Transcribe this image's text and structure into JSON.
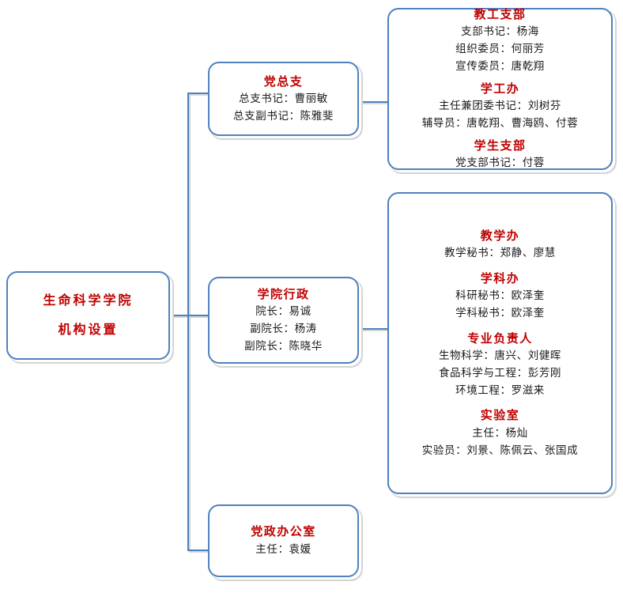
{
  "chart_title": "生命科学学院机构设置",
  "colors": {
    "box_border": "#4f81bd",
    "heading_text": "#c00000",
    "body_text": "#1a1a1a",
    "connector": "#4f81bd",
    "connector_shadow": "#d6d6d6",
    "background": "#ffffff"
  },
  "root": {
    "line1": "生命科学学院",
    "line2": "机构设置"
  },
  "party_branch": {
    "heading": "党总支",
    "lines": [
      "总支书记：曹丽敏",
      "总支副书记：陈雅斐"
    ]
  },
  "party_detail": {
    "sections": [
      {
        "heading": "教工支部",
        "lines": [
          "支部书记：杨海",
          "组织委员：何丽芳",
          "宣传委员：唐乾翔"
        ]
      },
      {
        "heading": "学工办",
        "lines": [
          "主任兼团委书记：刘树芬",
          "辅导员：唐乾翔、曹海鸥、付蓉"
        ]
      },
      {
        "heading": "学生支部",
        "lines": [
          "党支部书记：付蓉"
        ]
      }
    ]
  },
  "administration": {
    "heading": "学院行政",
    "lines": [
      "院长：易诚",
      "副院长：杨涛",
      "副院长：陈晓华"
    ]
  },
  "administration_detail": {
    "sections": [
      {
        "heading": "教学办",
        "lines": [
          "教学秘书：郑静、廖慧"
        ]
      },
      {
        "heading": "学科办",
        "lines": [
          "科研秘书：欧泽奎",
          "学科秘书：欧泽奎"
        ]
      },
      {
        "heading": "专业负责人",
        "lines": [
          "生物科学：唐兴、刘健晖",
          "食品科学与工程：彭芳刚",
          "环境工程：罗滋来"
        ]
      },
      {
        "heading": "实验室",
        "lines": [
          "主任：杨灿",
          "实验员：刘景、陈佩云、张国成"
        ]
      }
    ]
  },
  "party_office": {
    "heading": "党政办公室",
    "lines": [
      "主任：袁媛"
    ]
  }
}
